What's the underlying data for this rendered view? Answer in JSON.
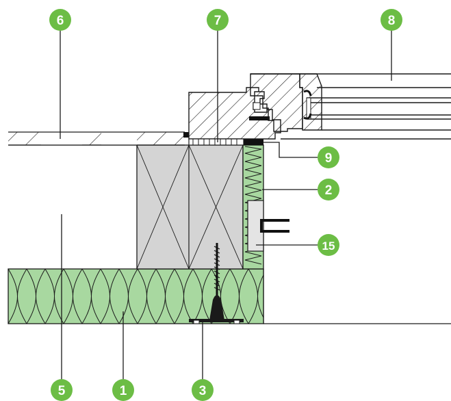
{
  "callouts": [
    {
      "id": "6",
      "label": "6"
    },
    {
      "id": "7",
      "label": "7"
    },
    {
      "id": "8",
      "label": "8"
    },
    {
      "id": "9",
      "label": "9"
    },
    {
      "id": "2",
      "label": "2"
    },
    {
      "id": "15",
      "label": "15"
    },
    {
      "id": "5",
      "label": "5"
    },
    {
      "id": "1",
      "label": "1"
    },
    {
      "id": "3",
      "label": "3"
    }
  ],
  "colors": {
    "callout": "#6cbd45",
    "insulation": "#a8d8a0",
    "timber": "#d4d4d4",
    "line": "#1a1a1a"
  }
}
